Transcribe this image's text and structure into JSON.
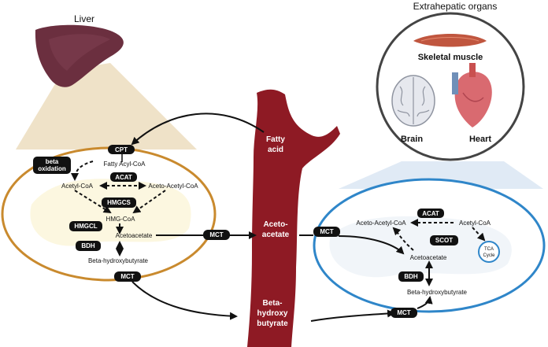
{
  "liver": {
    "title": "Liver"
  },
  "extra": {
    "title": "Extrahepatic organs",
    "muscle": "Skeletal muscle",
    "brain": "Brain",
    "heart": "Heart"
  },
  "vessel": {
    "fatty1": "Fatty",
    "fatty2": "acid",
    "aceto1": "Aceto-",
    "aceto2": "acetate",
    "bhb1": "Beta-",
    "bhb2": "hydroxy",
    "bhb3": "butyrate"
  },
  "liver_cell": {
    "cpt": "CPT",
    "beta1": "beta",
    "beta2": "oxidation",
    "fatty_acyl": "Fatty Acyl-CoA",
    "acetyl": "Acetyl-CoA",
    "acat": "ACAT",
    "aceto_acetyl": "Aceto-Acetyl-CoA",
    "hmgcs": "HMGCS",
    "hmg": "HMG-CoA",
    "hmgcl": "HMGCL",
    "acetoacetate": "Acetoacetate",
    "bdh": "BDH",
    "bhb": "Beta-hydroxybutyrate",
    "mct": "MCT"
  },
  "transport": {
    "mct": "MCT"
  },
  "extra_cell": {
    "mct": "MCT",
    "aceto_acetyl": "Aceto-Acetyl-CoA",
    "acat": "ACAT",
    "acetyl": "Acetyl-CoA",
    "scot": "SCOT",
    "tca1": "TCA",
    "tca2": "Cycle",
    "acetoacetate": "Acetoacetate",
    "bdh": "BDH",
    "bhb": "Beta-hydroxybutyrate"
  },
  "colors": {
    "vessel": "#8e1a24",
    "liver_cell": "#c98a2e",
    "extra_cell": "#2f86c9",
    "liver": "#6b2f3f"
  }
}
